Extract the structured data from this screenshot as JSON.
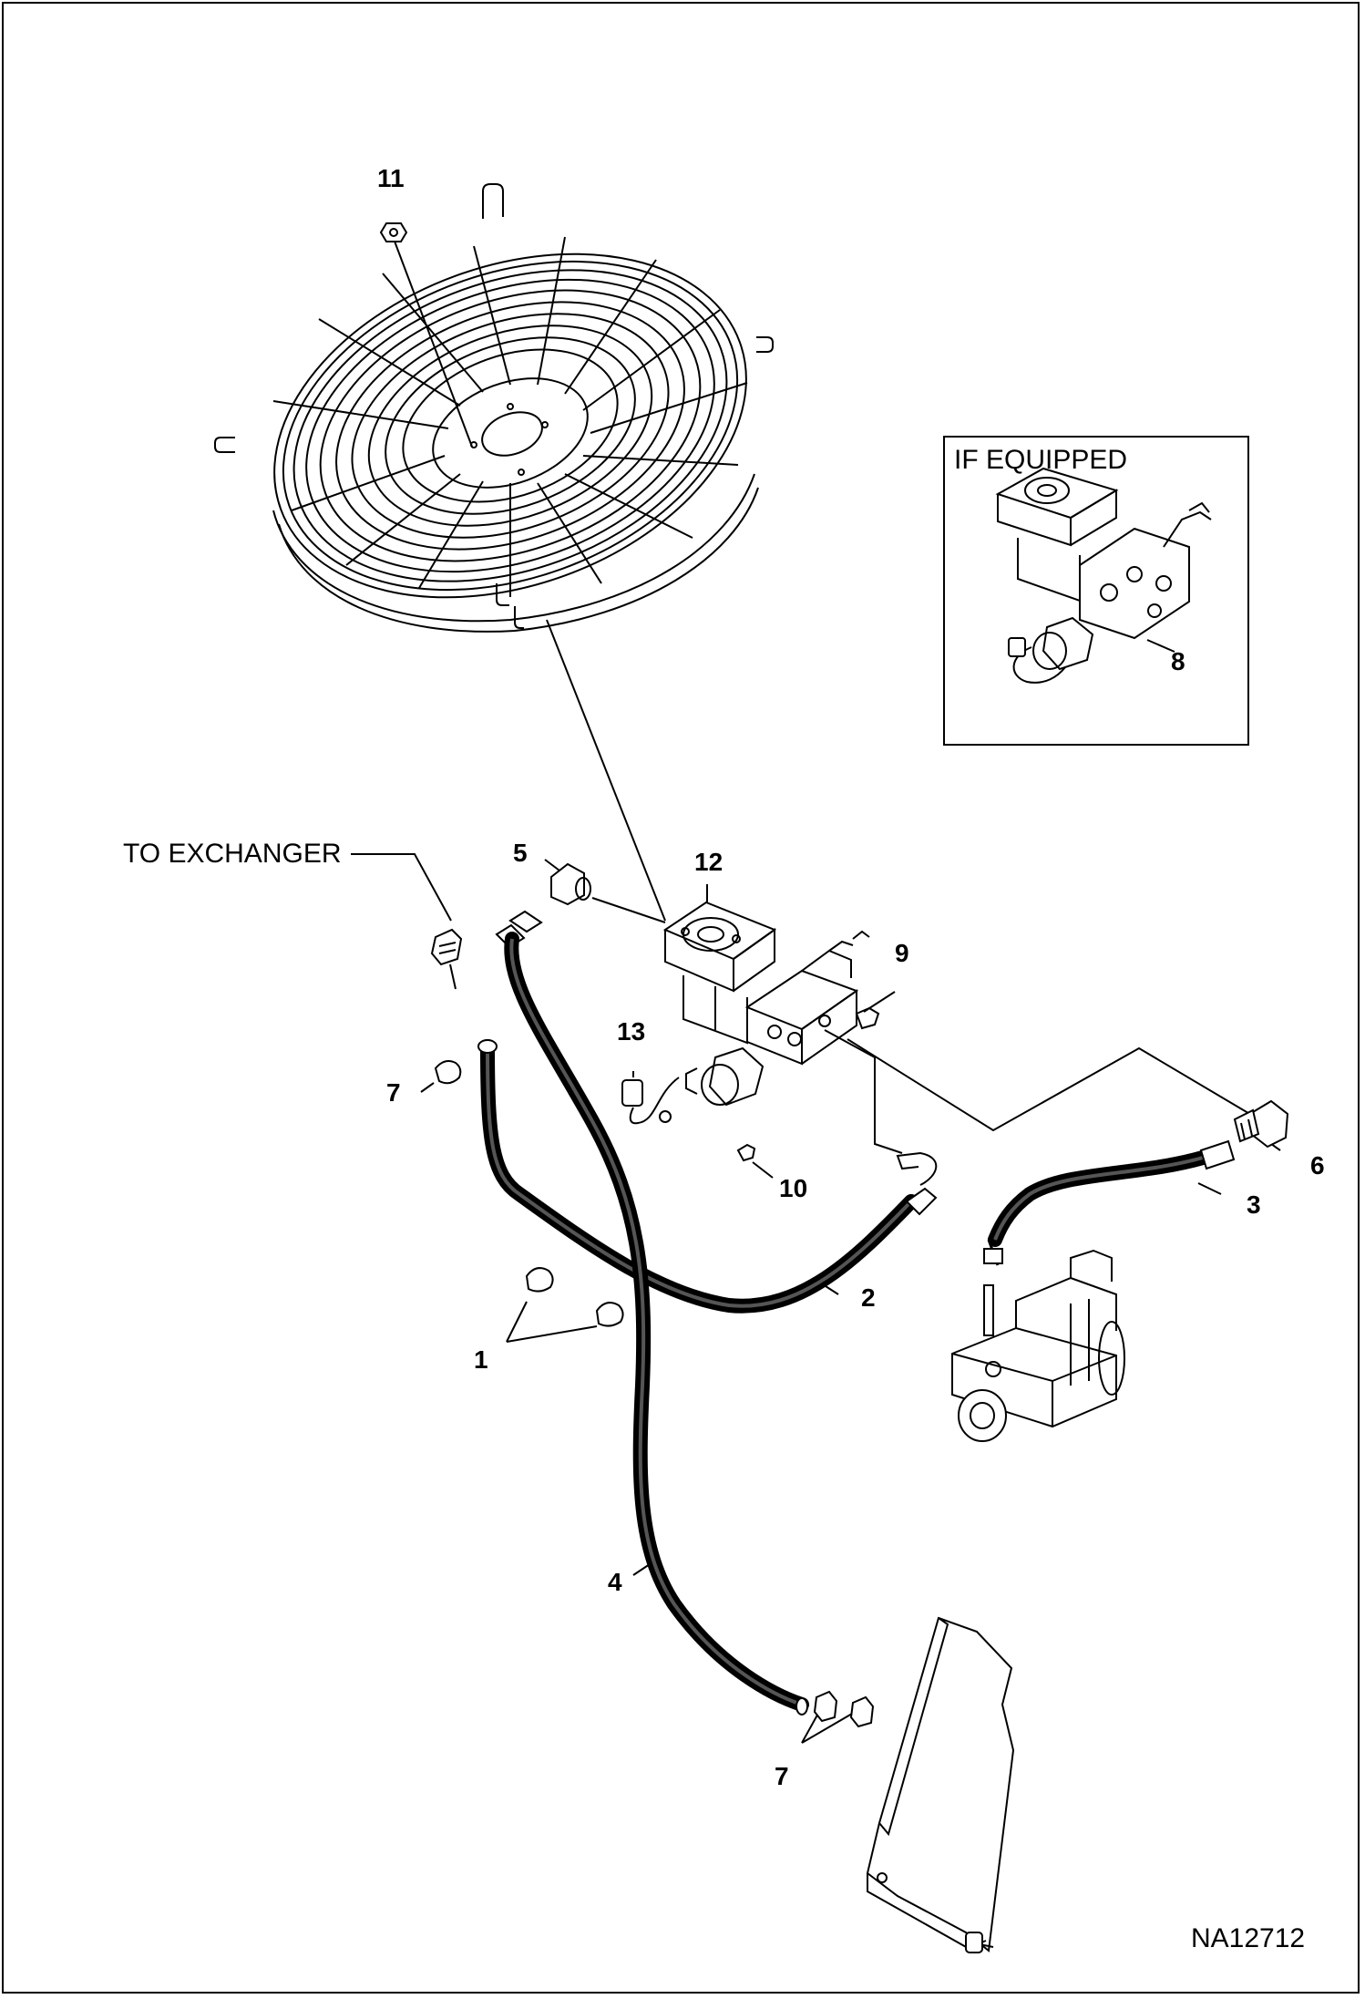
{
  "diagram": {
    "drawing_number": "NA12712",
    "notes": {
      "to_exchanger": "TO EXCHANGER",
      "if_equipped": "IF EQUIPPED"
    },
    "callouts": {
      "c1": "1",
      "c2": "2",
      "c3": "3",
      "c4": "4",
      "c5": "5",
      "c6": "6",
      "c7a": "7",
      "c7b": "7",
      "c8": "8",
      "c9": "9",
      "c10": "10",
      "c11": "11",
      "c12": "12",
      "c13": "13"
    },
    "parts": [
      "fan-guard",
      "hydraulic-motor",
      "valve-block",
      "solenoid",
      "hose-2",
      "hose-3",
      "hose-4",
      "hydraulic-pump",
      "mounting-bracket",
      "clamp",
      "fitting-elbow",
      "nut"
    ],
    "colors": {
      "line": "#000000",
      "background": "#ffffff"
    }
  }
}
